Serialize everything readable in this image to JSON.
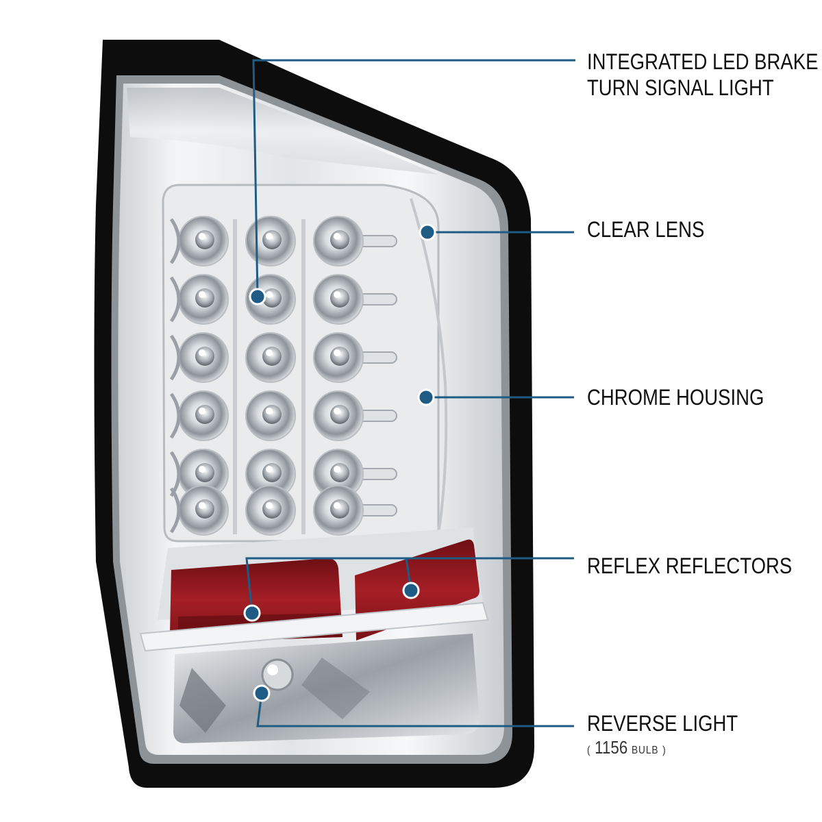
{
  "callouts": {
    "brake_turn": {
      "line1": "INTEGRATED LED BRAKE &",
      "line2": "TURN SIGNAL LIGHT"
    },
    "clear_lens": {
      "text": "CLEAR LENS"
    },
    "chrome_housing": {
      "text": "CHROME HOUSING"
    },
    "reflex": {
      "text": "REFLEX REFLECTORS"
    },
    "reverse": {
      "text": "REVERSE LIGHT",
      "open_paren": "(",
      "bulb_number": "1156",
      "bulb_word": "BULB",
      "close_paren": ")"
    }
  },
  "colors": {
    "callout_line": "#1f5c85",
    "callout_dot": "#1f5c85",
    "reflector_red": "#9b1d22",
    "trim_black": "#0d0d0d",
    "label_text": "#111111"
  }
}
